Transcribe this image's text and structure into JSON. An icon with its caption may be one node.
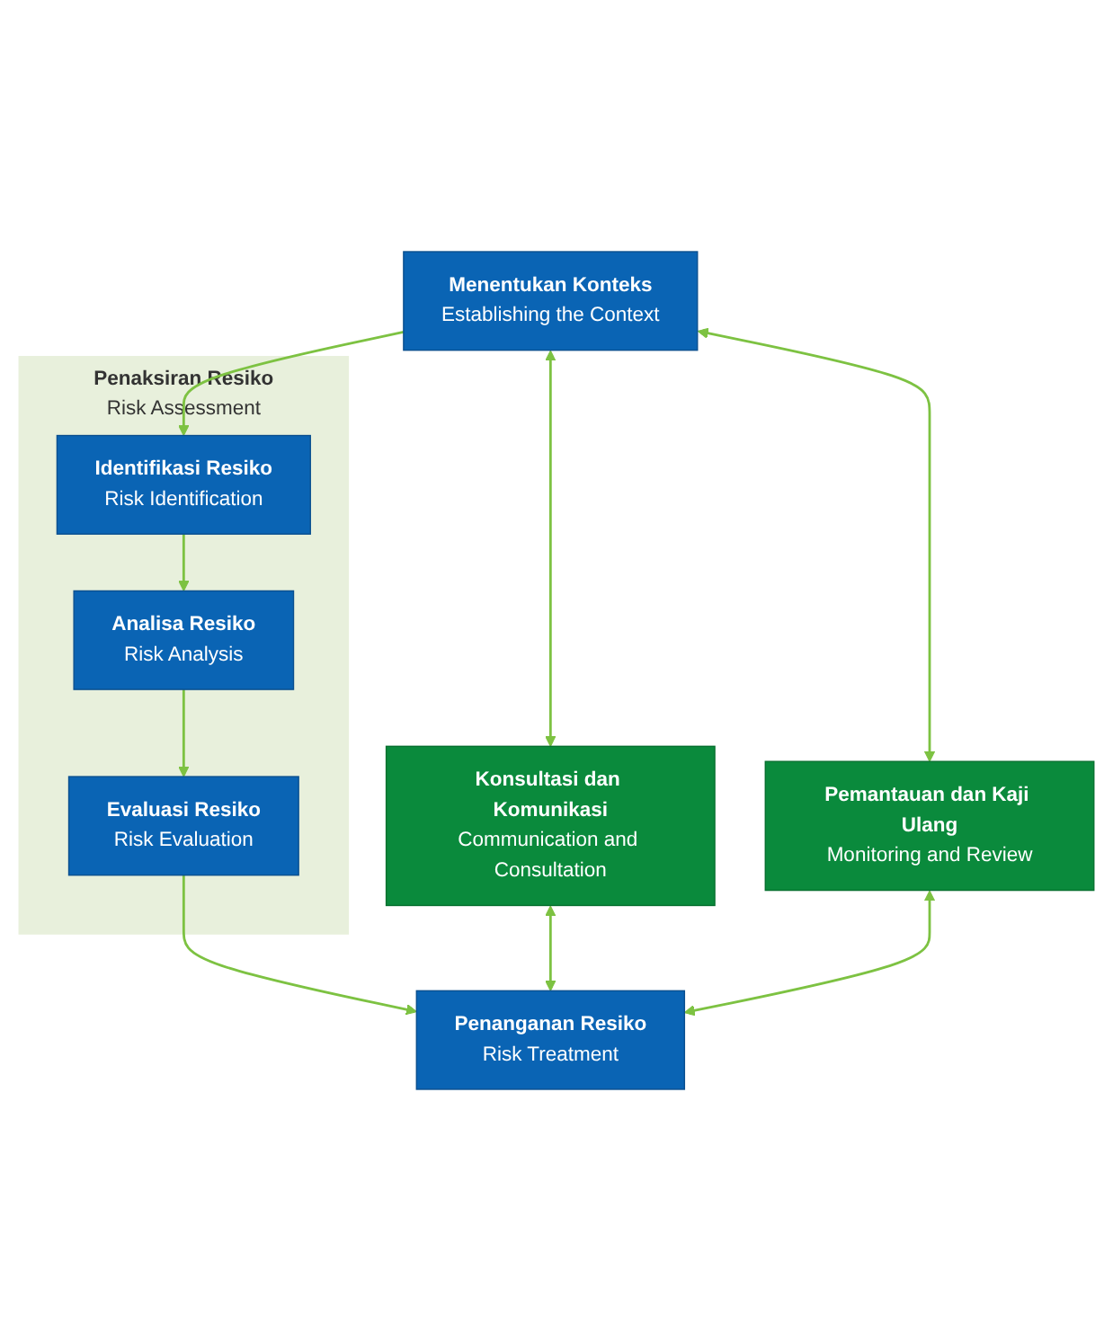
{
  "diagram": {
    "nodes": [
      {
        "text": [
          "Menentukan Konteks",
          "Establishing the Context"
        ]
      },
      {
        "text": [
          "Konsultasi dan Komunikasi",
          "Communication and Consultation"
        ]
      },
      {
        "text": [
          "Penaksiran Resiko",
          "Risk Assessment"
        ]
      },
      {
        "text": [
          "Identifikasi Resiko",
          "Risk Identification"
        ],
        "in": 2
      },
      {
        "text": [
          "Analisa Resiko",
          "Risk Analysis"
        ],
        "in": 2
      },
      {
        "text": [
          "Evaluasi Resiko",
          "Risk Evaluation"
        ],
        "in": 2
      },
      {
        "text": [
          "Pemantauan dan Kaji Ulang",
          "Monitoring and Review"
        ]
      },
      {
        "text": [
          "Penanganan Resiko",
          "Risk Treatment"
        ]
      }
    ],
    "edges": [
      {
        "from": 0,
        "to": 3,
        "arrow": "to"
      },
      {
        "from": 3,
        "to": 4,
        "arrow": "to"
      },
      {
        "from": 4,
        "to": 5,
        "arrow": "to"
      },
      {
        "from": 5,
        "to": 7,
        "arrow": "to"
      },
      {
        "from": 0,
        "to": 1,
        "arrow": "both"
      },
      {
        "from": 0,
        "to": 6,
        "arrow": "both"
      },
      {
        "from": 1,
        "to": 7,
        "arrow": "both"
      },
      {
        "from": 6,
        "to": 7,
        "arrow": "both"
      }
    ]
  }
}
